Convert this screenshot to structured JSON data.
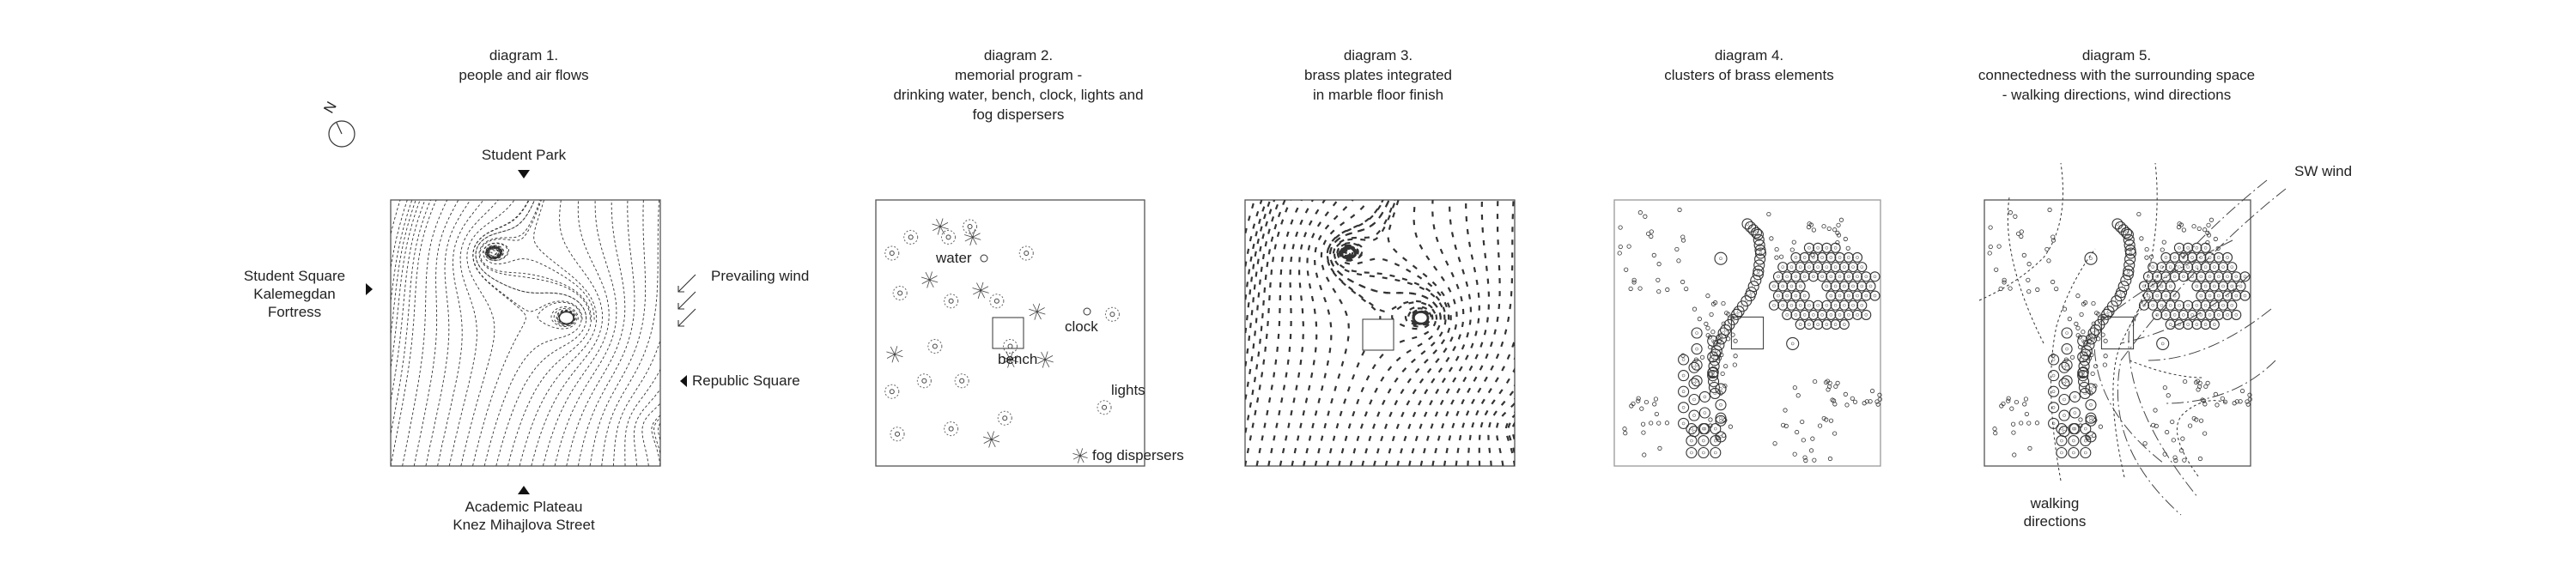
{
  "diagrams": [
    {
      "number": "diagram 1.",
      "lines": [
        "people and air flows"
      ]
    },
    {
      "number": "diagram 2.",
      "lines": [
        "memorial program -",
        "drinking water, bench, clock, lights and",
        "fog dispersers"
      ]
    },
    {
      "number": "diagram 3.",
      "lines": [
        "brass plates integrated",
        "in marble floor finish"
      ]
    },
    {
      "number": "diagram 4.",
      "lines": [
        "clusters of brass elements"
      ]
    },
    {
      "number": "diagram 5.",
      "lines": [
        "connectedness with the surrounding space",
        "- walking directions, wind directions"
      ]
    }
  ],
  "compass": {
    "label": "N"
  },
  "diagram1_labels": {
    "north": "Student Park",
    "west": [
      "Student Square",
      "Kalemegdan",
      "Fortress"
    ],
    "east_wind": "Prevailing wind",
    "east": "Republic Square",
    "south": [
      "Academic Plateau",
      "Knez Mihajlova Street"
    ]
  },
  "diagram2_labels": {
    "water": "water",
    "bench": "bench",
    "clock": "clock",
    "lights": "lights",
    "fog": "fog dispersers"
  },
  "diagram5_labels": {
    "wind": "SW wind",
    "walking": [
      "walking",
      "directions"
    ]
  }
}
